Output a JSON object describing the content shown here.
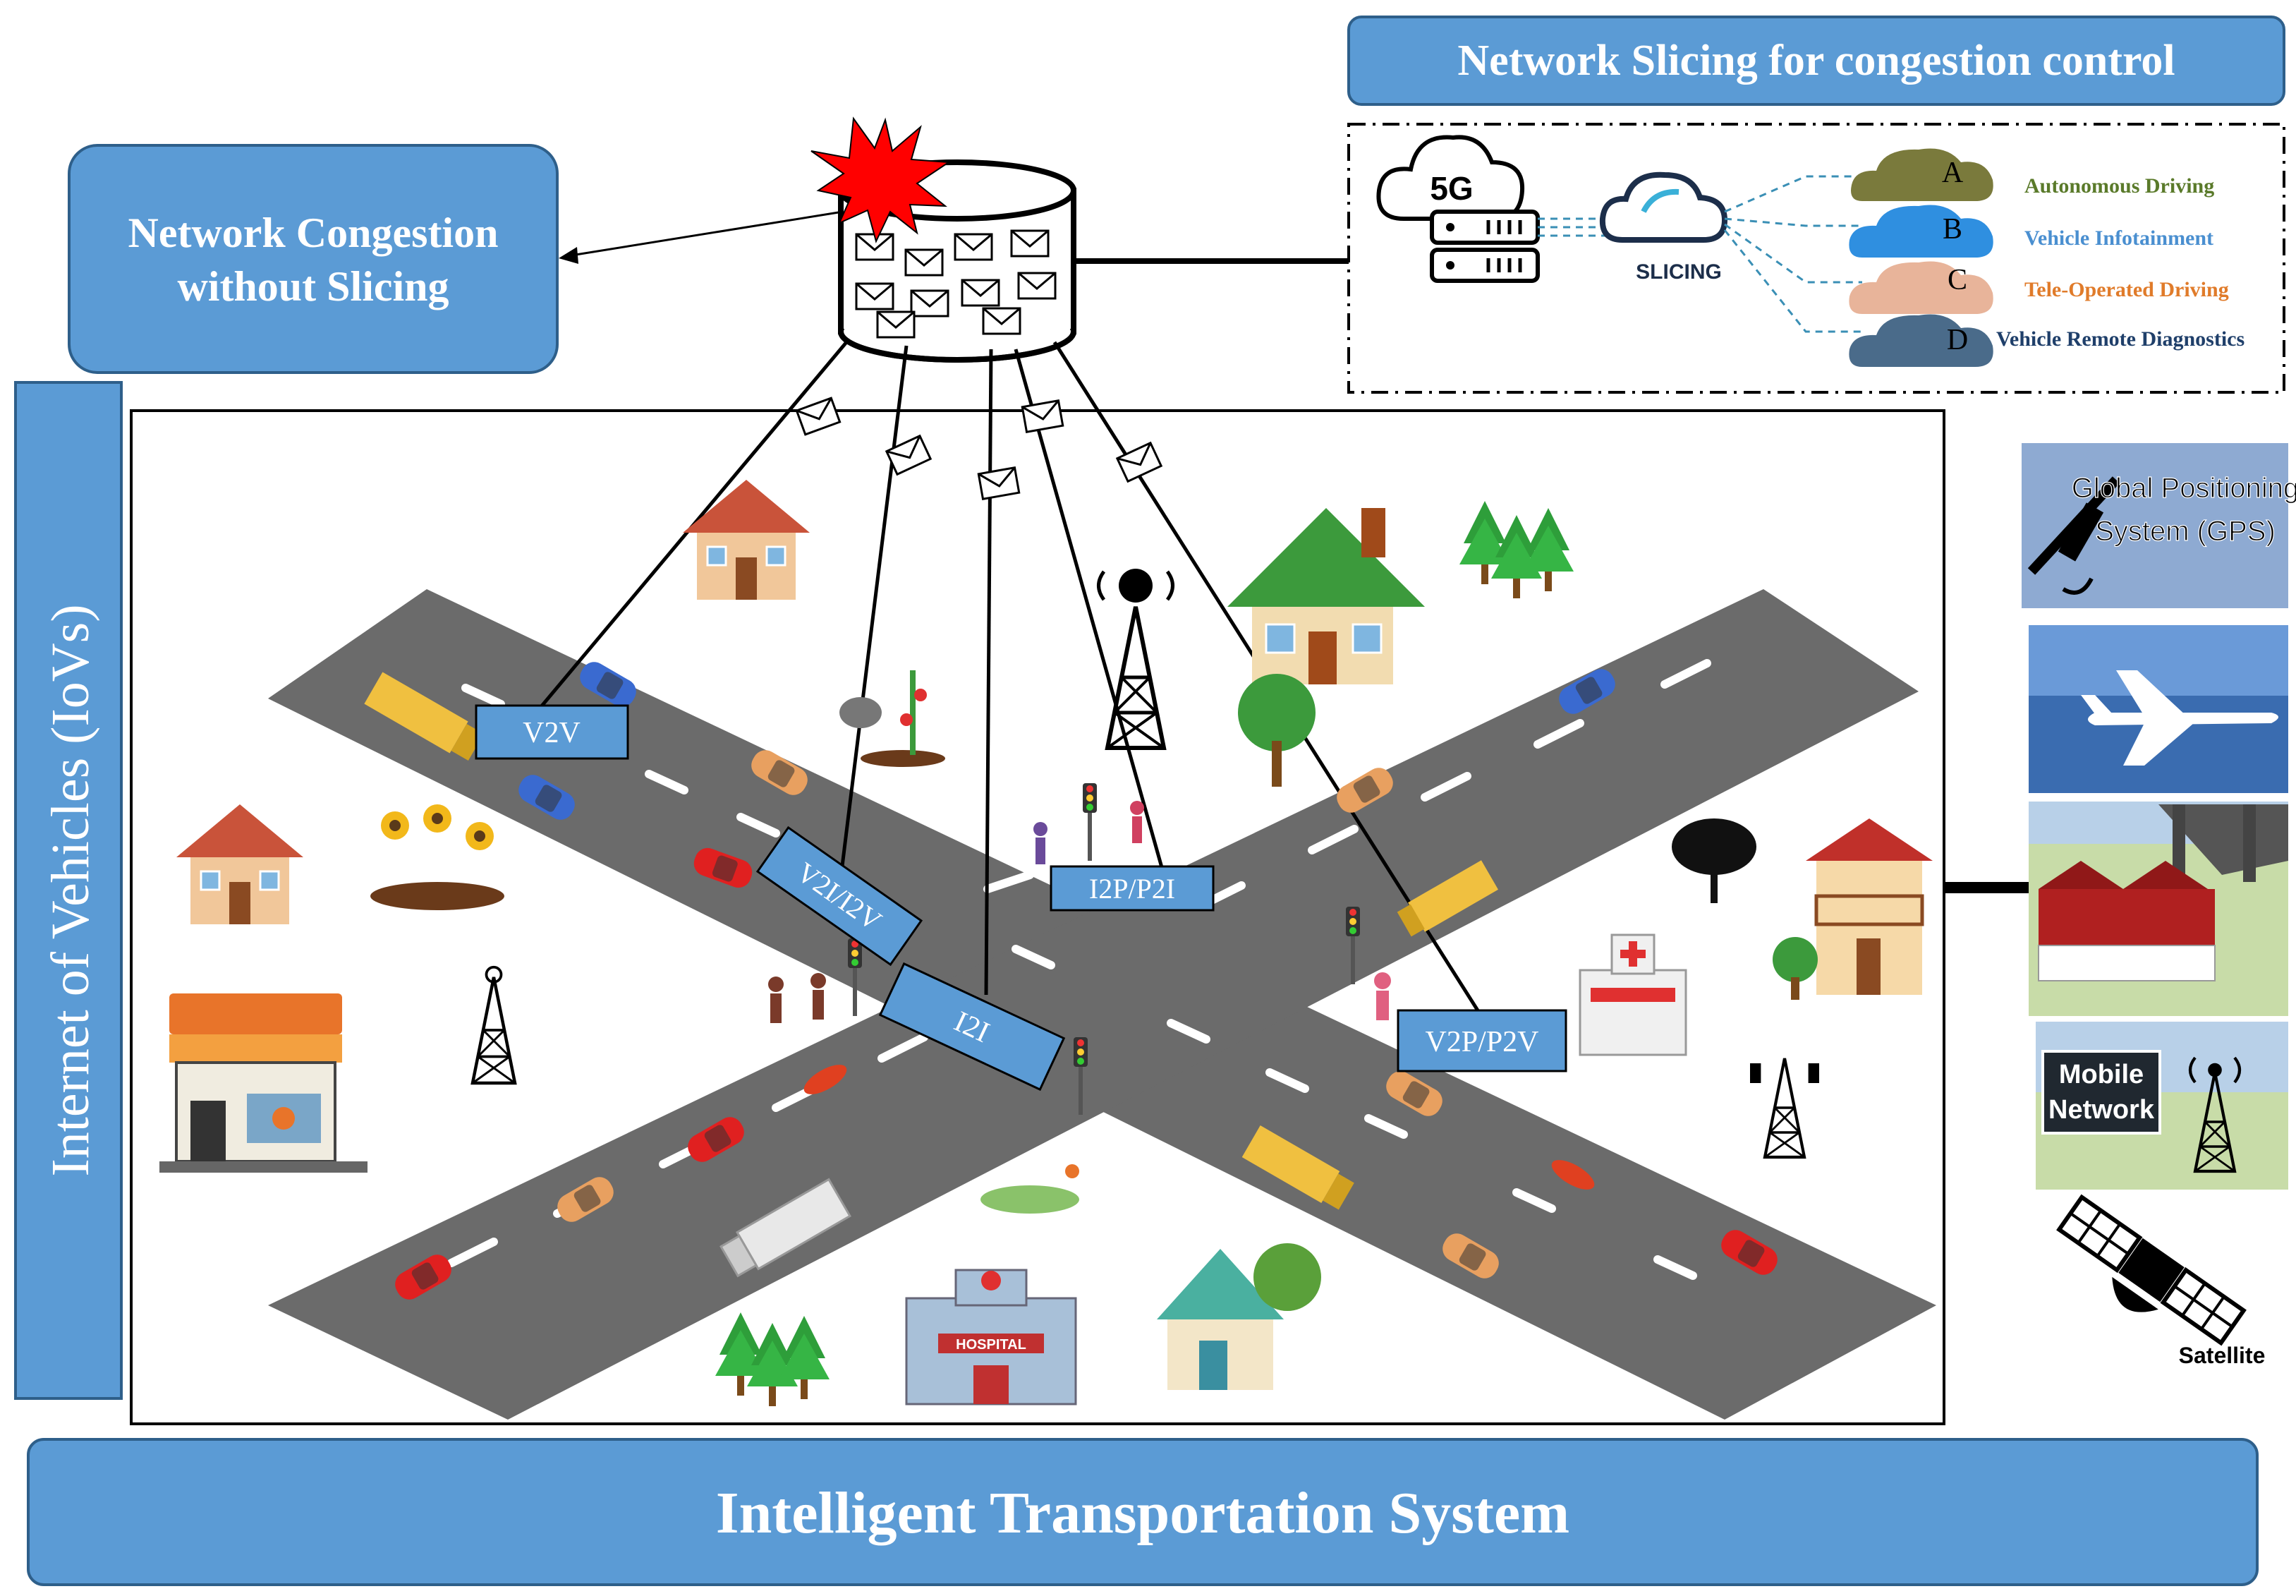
{
  "header": {
    "slicing_title": "Network Slicing for congestion control",
    "congestion_line1": "Network Congestion",
    "congestion_line2": "without Slicing",
    "iov_label": "Internet of Vehicles (IoVs)",
    "its_label": "Intelligent Transportation System"
  },
  "slicing_panel": {
    "cloud_5g_label": "5G",
    "slicing_label": "SLICING",
    "slices": [
      {
        "letter": "A",
        "name": "Autonomous Driving",
        "color": "#7a7a3c",
        "text_color": "#5a7a2a"
      },
      {
        "letter": "B",
        "name": "Vehicle Infotainment",
        "color": "#2f8fe0",
        "text_color": "#4a8fd0"
      },
      {
        "letter": "C",
        "name": "Tele-Operated Driving",
        "color": "#e8b49a",
        "text_color": "#e07b2a"
      },
      {
        "letter": "D",
        "name": "Vehicle Remote Diagnostics",
        "color": "#4a6b8a",
        "text_color": "#1f3f6a"
      }
    ]
  },
  "communication_tags": {
    "v2v": "V2V",
    "v2i": "V2I/I2V",
    "i2p": "I2P/P2I",
    "i2i": "I2I",
    "v2p": "V2P/P2V"
  },
  "right_panels": {
    "gps_line1": "Global Positioning",
    "gps_line2": "System (GPS)",
    "mobile_line1": "Mobile",
    "mobile_line2": "Network",
    "satellite": "Satellite"
  },
  "scene": {
    "hospital_sign": "HOSPITAL"
  },
  "colors": {
    "box_blue": "#5b9bd5",
    "box_border": "#2e5f8a",
    "road": "#6b6b6b",
    "burst": "#ff0000"
  }
}
